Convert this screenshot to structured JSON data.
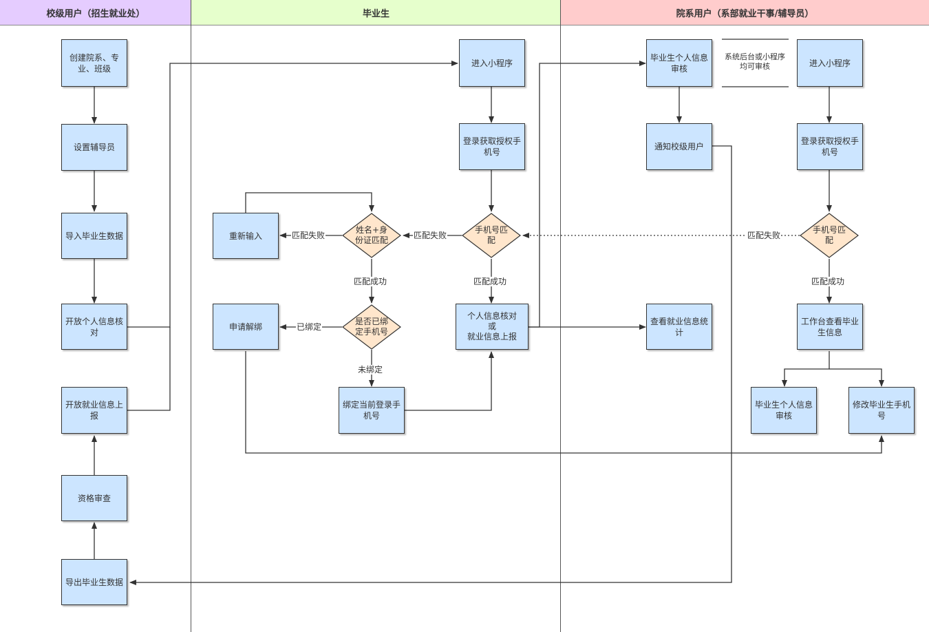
{
  "lanes": {
    "school": "校级用户（招生就业处）",
    "graduate": "毕业生",
    "department": "院系用户（系部就业干事/辅导员）"
  },
  "colors": {
    "school_header": "#e5ccff",
    "graduate_header": "#e6ffcc",
    "department_header": "#ffcccc",
    "process_fill": "#cce5ff",
    "decision_fill": "#ffe6cc"
  },
  "nodes": {
    "create_dept": "创建院系、专业、班级",
    "set_counselor": "设置辅导员",
    "import_grad": "导入毕业生数据",
    "open_personal": "开放个人信息核对",
    "open_employment": "开放就业信息上报",
    "qualification": "资格审查",
    "export_grad": "导出毕业生数据",
    "grad_enter": "进入小程序",
    "grad_login": "登录获取授权手机号",
    "grad_phone_match": "手机号匹配",
    "name_id_match": "姓名+身份证匹配",
    "reenter": "重新输入",
    "is_bound": "是否已绑定手机号",
    "apply_unbind": "申请解绑",
    "bind_phone": "绑定当前登录手机号",
    "personal_check": "个人信息核对\n或\n就业信息上报",
    "dept_review": "毕业生个人信息审核",
    "notify_school": "通知校级用户",
    "view_stats": "查看就业信息统计",
    "dept_enter": "进入小程序",
    "dept_login": "登录获取授权手机号",
    "dept_phone_match": "手机号匹配",
    "workbench": "工作台查看毕业生信息",
    "dept_review2": "毕业生个人信息审核",
    "modify_phone": "修改毕业生手机号"
  },
  "note": "系统后台或小程序均可审核",
  "edge_labels": {
    "fail_1": "匹配失败",
    "fail_2": "匹配失败",
    "fail_3": "匹配失败",
    "success_1": "匹配成功",
    "success_2": "匹配成功",
    "success_3": "匹配成功",
    "bound": "已绑定",
    "unbound": "未绑定"
  }
}
